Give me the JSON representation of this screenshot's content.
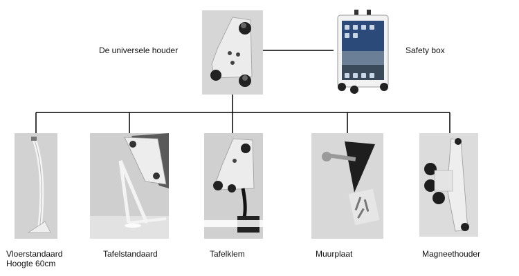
{
  "hub": {
    "label": "De universele houder"
  },
  "safety_box": {
    "label": "Safety box"
  },
  "accessories": [
    {
      "label": "Vloerstandaard",
      "sublabel": "Hoogte 60cm"
    },
    {
      "label": "Tafelstandaard"
    },
    {
      "label": "Tafelklem"
    },
    {
      "label": "Muurplaat"
    },
    {
      "label": "Magneethouder"
    }
  ],
  "colors": {
    "connector": "#000000",
    "photo_bg": "#d4d4d4",
    "holder": "#e6e6e6"
  }
}
